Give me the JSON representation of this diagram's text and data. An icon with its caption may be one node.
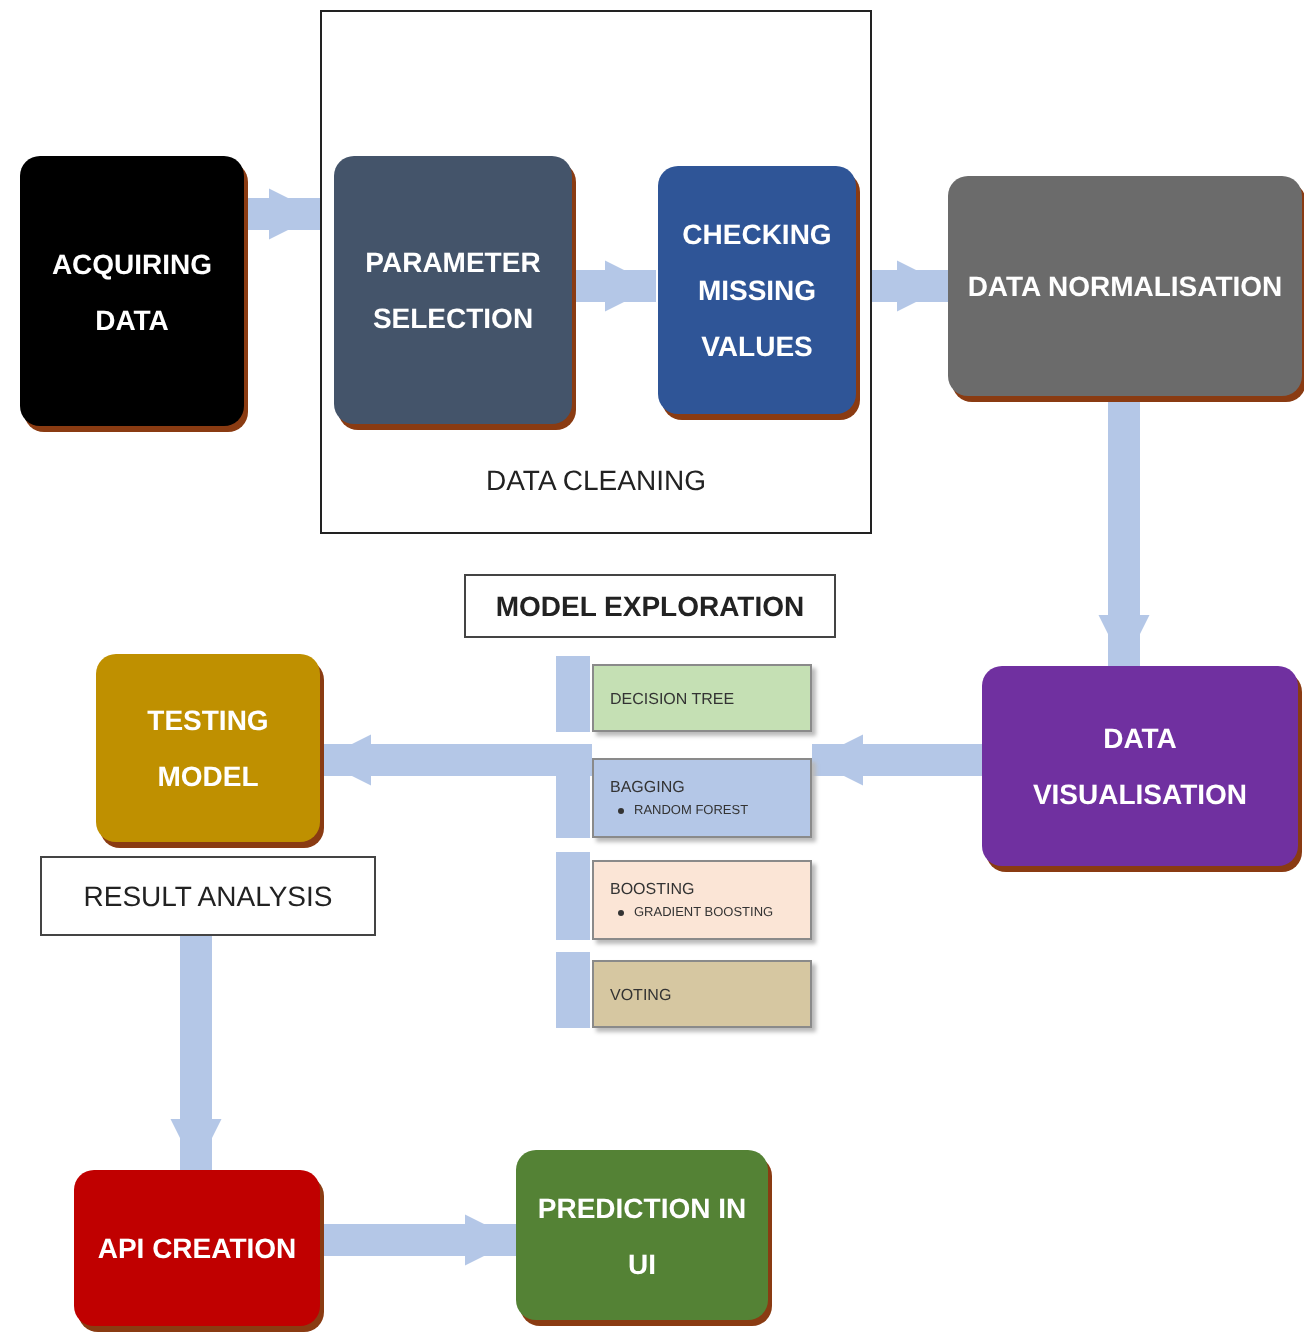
{
  "diagram": {
    "nodes": [
      {
        "text": [
          "ACQUIRING DATA"
        ]
      },
      {
        "text": [
          "DATA CLEANING"
        ]
      },
      {
        "text": [
          "PARAMETER SELECTION"
        ],
        "in": 1
      },
      {
        "text": [
          "CHECKING MISSING VALUES"
        ],
        "in": 1
      },
      {
        "text": [
          "DATA NORMALISATION"
        ]
      },
      {
        "text": [
          "DATA VISUALISATION"
        ]
      },
      {
        "text": [
          "MODEL EXPLORATION"
        ]
      },
      {
        "text": [
          "DECISION TREE"
        ]
      },
      {
        "text": [
          "BAGGING",
          "RANDOM FOREST"
        ]
      },
      {
        "text": [
          "BOOSTING",
          "GRADIENT BOOSTING"
        ]
      },
      {
        "text": [
          "VOTING"
        ]
      },
      {
        "text": [
          "TESTING MODEL"
        ]
      },
      {
        "text": [
          "RESULT ANALYSIS"
        ]
      },
      {
        "text": [
          "API CREATION"
        ]
      },
      {
        "text": [
          "PREDICTION IN UI"
        ]
      }
    ],
    "edges": [
      {
        "from": 0,
        "to": 1,
        "arrow": "to"
      },
      {
        "from": 2,
        "to": 3,
        "arrow": "to"
      },
      {
        "from": 1,
        "to": 4,
        "arrow": "to"
      },
      {
        "from": 4,
        "to": 5,
        "arrow": "to"
      },
      {
        "from": 5,
        "to": 8,
        "arrow": "to"
      },
      {
        "from": 8,
        "to": 11,
        "arrow": "to"
      },
      {
        "from": 12,
        "to": 13,
        "arrow": "to"
      },
      {
        "from": 13,
        "to": 14,
        "arrow": "to"
      }
    ]
  }
}
